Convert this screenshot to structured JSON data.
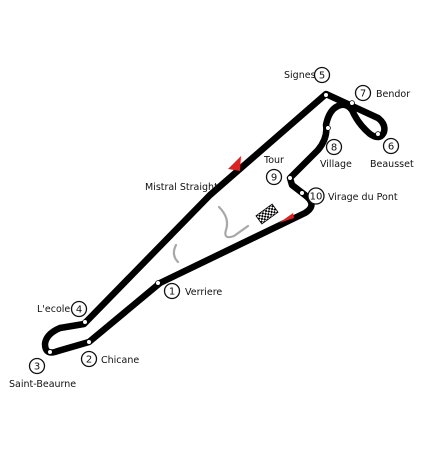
{
  "colors": {
    "track": "#000000",
    "runoff": "#a8a8a8",
    "marker": "#dd2222"
  },
  "map": {
    "straight_label": "Mistral Straight",
    "finish_line": "checkered-flag",
    "turns": [
      {
        "number": "1",
        "name": "Verriere"
      },
      {
        "number": "2",
        "name": "Chicane"
      },
      {
        "number": "3",
        "name": "Saint-Beaurne"
      },
      {
        "number": "4",
        "name": "L'ecole"
      },
      {
        "number": "5",
        "name": "Signes"
      },
      {
        "number": "6",
        "name": "Beausset"
      },
      {
        "number": "7",
        "name": "Bendor"
      },
      {
        "number": "8",
        "name": "Village"
      },
      {
        "number": "9",
        "name": "Tour"
      },
      {
        "number": "10",
        "name": "Virage du Pont"
      }
    ]
  }
}
